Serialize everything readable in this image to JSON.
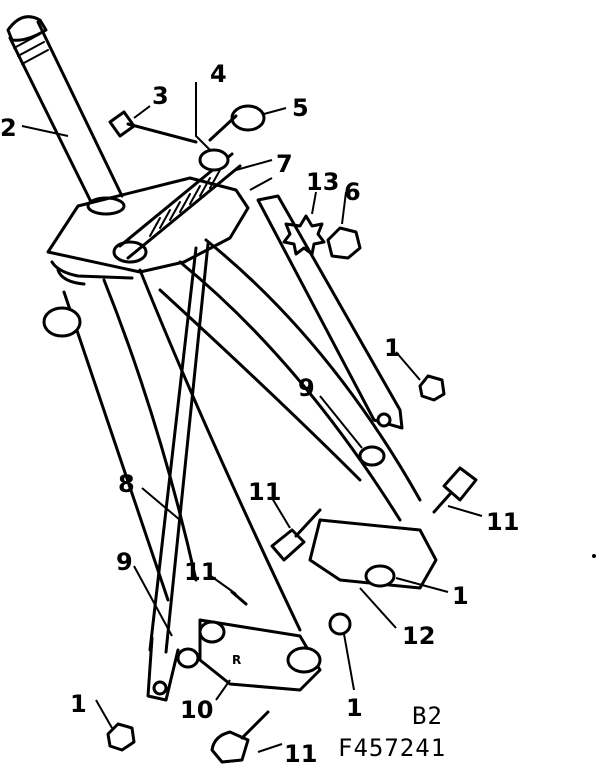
{
  "callouts": {
    "c1a": "1",
    "c1b": "1",
    "c1c": "1",
    "c1d": "1",
    "c2": "2",
    "c3": "3",
    "c4": "4",
    "c5": "5",
    "c6": "6",
    "c7": "7",
    "c8": "8",
    "c9a": "9",
    "c9b": "9",
    "c10": "10",
    "c11a": "11",
    "c11b": "11",
    "c11c": "11",
    "c11d": "11",
    "c12": "12",
    "c13": "13"
  },
  "stamp": "R",
  "diagram_code": "B2",
  "part_number": "F457241"
}
